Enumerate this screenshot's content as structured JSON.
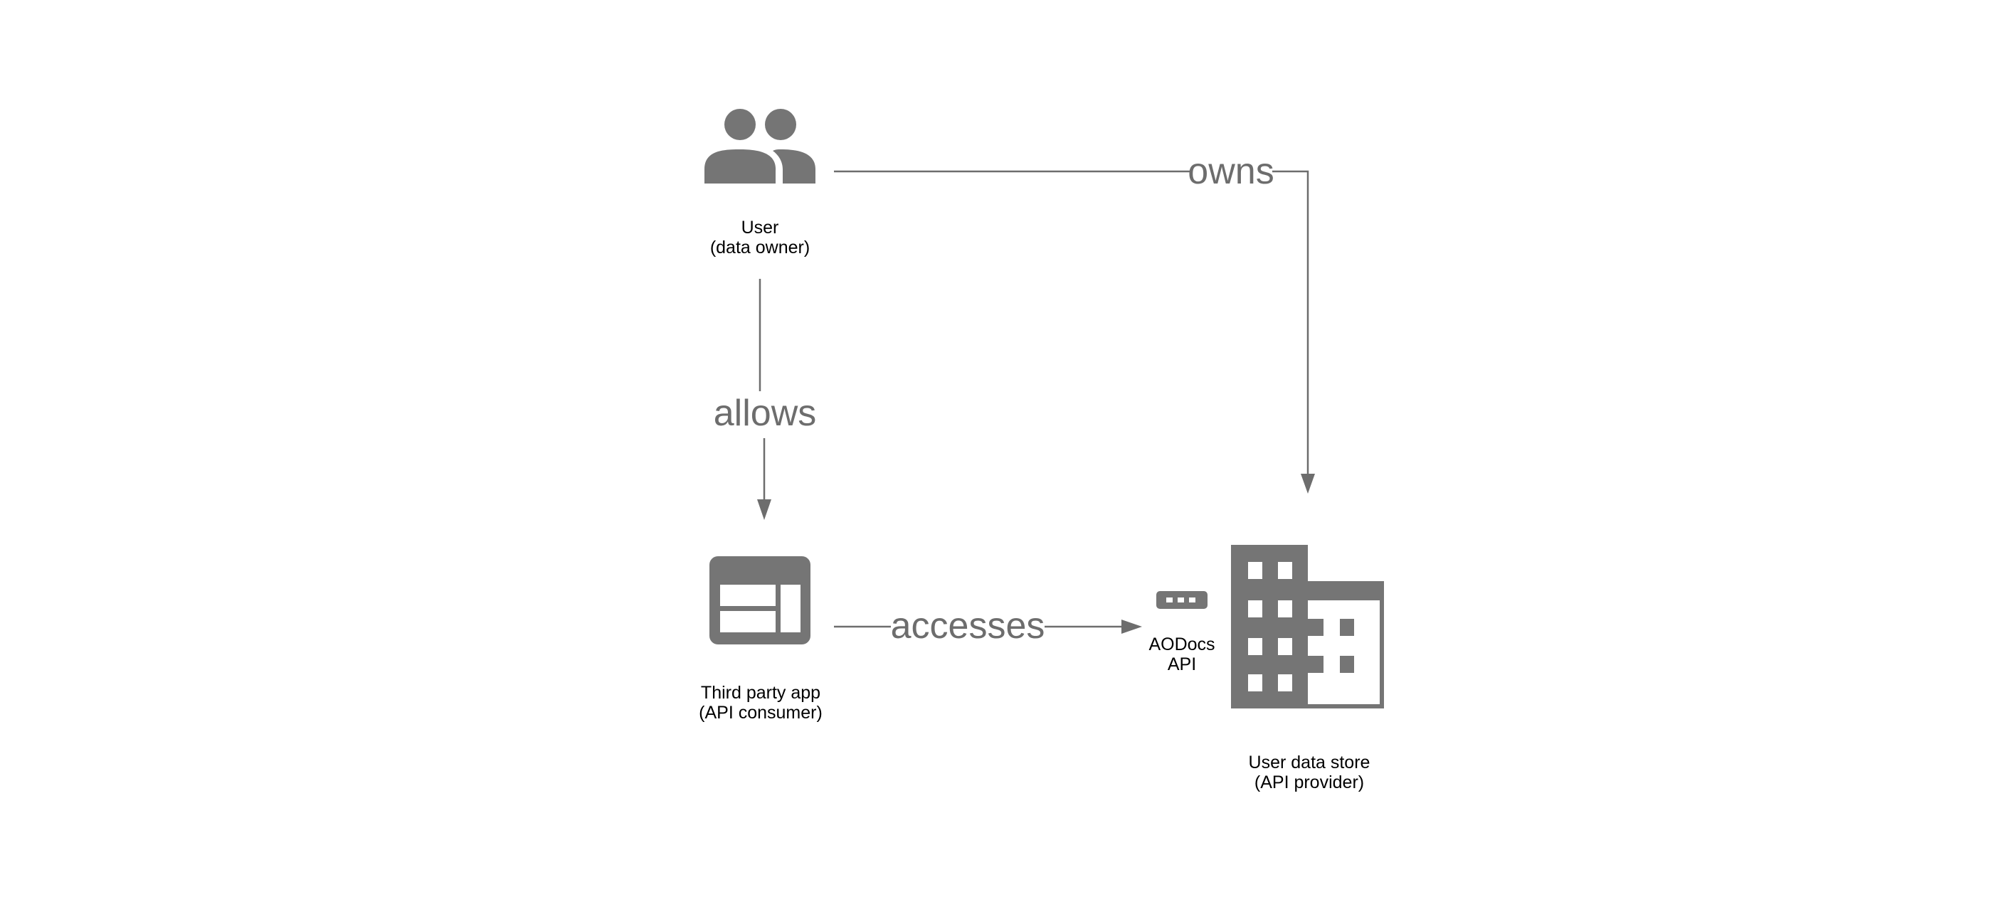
{
  "colors": {
    "icon": "#757575",
    "edge": "#6d6d6d",
    "edge_label": "#6d6d6d",
    "node_text": "#000000",
    "background": "#ffffff"
  },
  "nodes": {
    "user": {
      "icon": "people-icon",
      "label_line1": "User",
      "label_line2": "(data owner)"
    },
    "third_party_app": {
      "icon": "app-window-icon",
      "label_line1": "Third party app",
      "label_line2": "(API consumer)"
    },
    "api": {
      "icon": "api-endpoint-icon",
      "label_line1": "AODocs",
      "label_line2": "API"
    },
    "data_store": {
      "icon": "building-icon",
      "label_line1": "User data store",
      "label_line2": "(API provider)"
    }
  },
  "edges": {
    "owns": {
      "label": "owns"
    },
    "allows": {
      "label": "allows"
    },
    "accesses": {
      "label": "accesses"
    }
  }
}
